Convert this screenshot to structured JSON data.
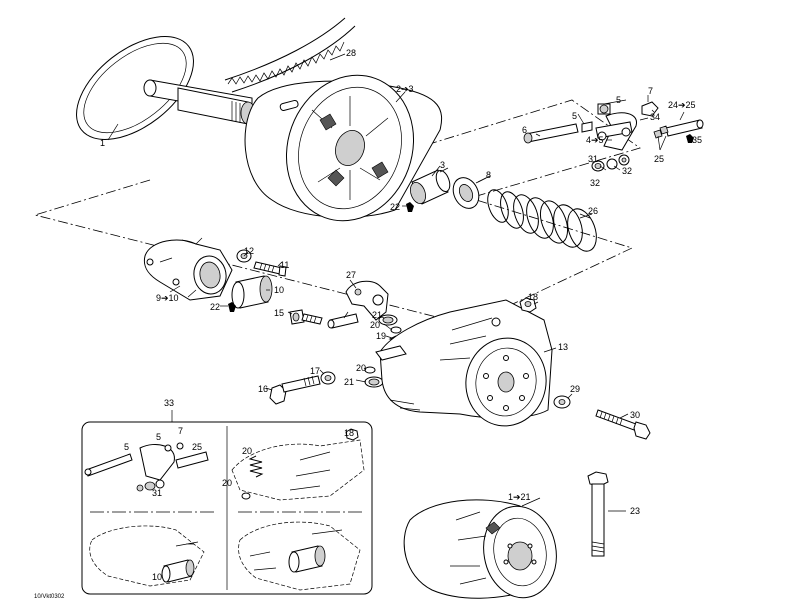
{
  "figure_id": "10/Vkt0302",
  "callouts": {
    "c1": "1",
    "c2_3": "2➔3",
    "c3": "3",
    "c4_5": "4➔5",
    "c5a": "5",
    "c5b": "5",
    "c6": "6",
    "c7": "7",
    "c8": "8",
    "c9_10": "9➔10",
    "c10": "10",
    "c11": "11",
    "c12": "12",
    "c13": "13",
    "c15": "15",
    "c16": "16",
    "c17": "17",
    "c18": "18",
    "c19": "19",
    "c20": "20",
    "c20b": "20",
    "c21a": "21",
    "c21b": "21",
    "c22a": "22",
    "c22b": "22",
    "c23": "23",
    "c24_25": "24➔25",
    "c25": "25",
    "c26": "26",
    "c27": "27",
    "c28": "28",
    "c29": "29",
    "c30": "30",
    "c31": "31",
    "c32a": "32",
    "c32b": "32",
    "c33": "33",
    "c34": "34",
    "c35": "35",
    "c1_21": "1➔21"
  },
  "inset": {
    "callouts": {
      "i5a": "5",
      "i5b": "5",
      "i7": "7",
      "i25": "25",
      "i31": "31",
      "i18": "18",
      "i20a": "20",
      "i20b": "20",
      "i10": "10"
    }
  }
}
